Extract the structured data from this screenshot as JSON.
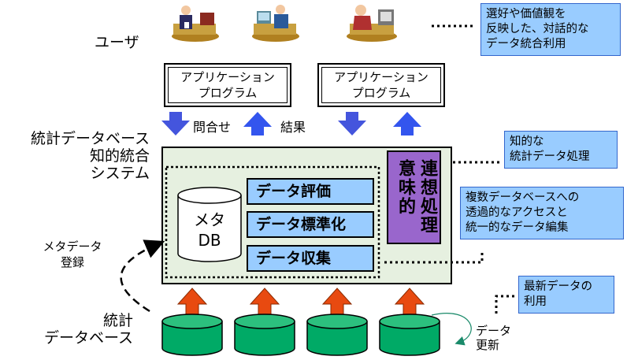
{
  "labels": {
    "user": "ユーザ",
    "system_line1": "統計データベース",
    "system_line2": "知的統合",
    "system_line3": "システム",
    "db_line1": "統計",
    "db_line2": "データベース",
    "query": "問合せ",
    "result": "結果",
    "metadata_line1": "メタデータ",
    "metadata_line2": "登録",
    "data_update_line1": "データ",
    "data_update_line2": "更新"
  },
  "apps": [
    {
      "line1": "アプリケーション",
      "line2": "プログラム"
    },
    {
      "line1": "アプリケーション",
      "line2": "プログラム"
    }
  ],
  "system": {
    "meta_db_line1": "メタ",
    "meta_db_line2": "DB",
    "functions": [
      "データ評価",
      "データ標準化",
      "データ収集"
    ],
    "semantic_col1": "意味的",
    "semantic_col2": "連想処理"
  },
  "notes": {
    "interactive": [
      "選好や価値観を",
      "反映した、対話的な",
      "データ統合利用"
    ],
    "intelligent": [
      "知的な",
      "統計データ処理"
    ],
    "transparent": [
      "複数データベースへの",
      "透過的なアクセスと",
      "統一的なデータ編集"
    ],
    "latest": [
      "最新データの",
      "利用"
    ]
  },
  "colors": {
    "down_arrow": "#4455dd",
    "up_arrow_blue": "#3355ee",
    "up_arrow_red": "#e84a10",
    "system_bg": "#e6f0e0",
    "func_box": "#99ccff",
    "semantic_box": "#9966cc",
    "note_bg": "#99ccff",
    "db_fill": "#00aa66"
  },
  "icons": [
    "office-worker-icon",
    "office-worker-icon",
    "office-worker-phone-icon"
  ]
}
